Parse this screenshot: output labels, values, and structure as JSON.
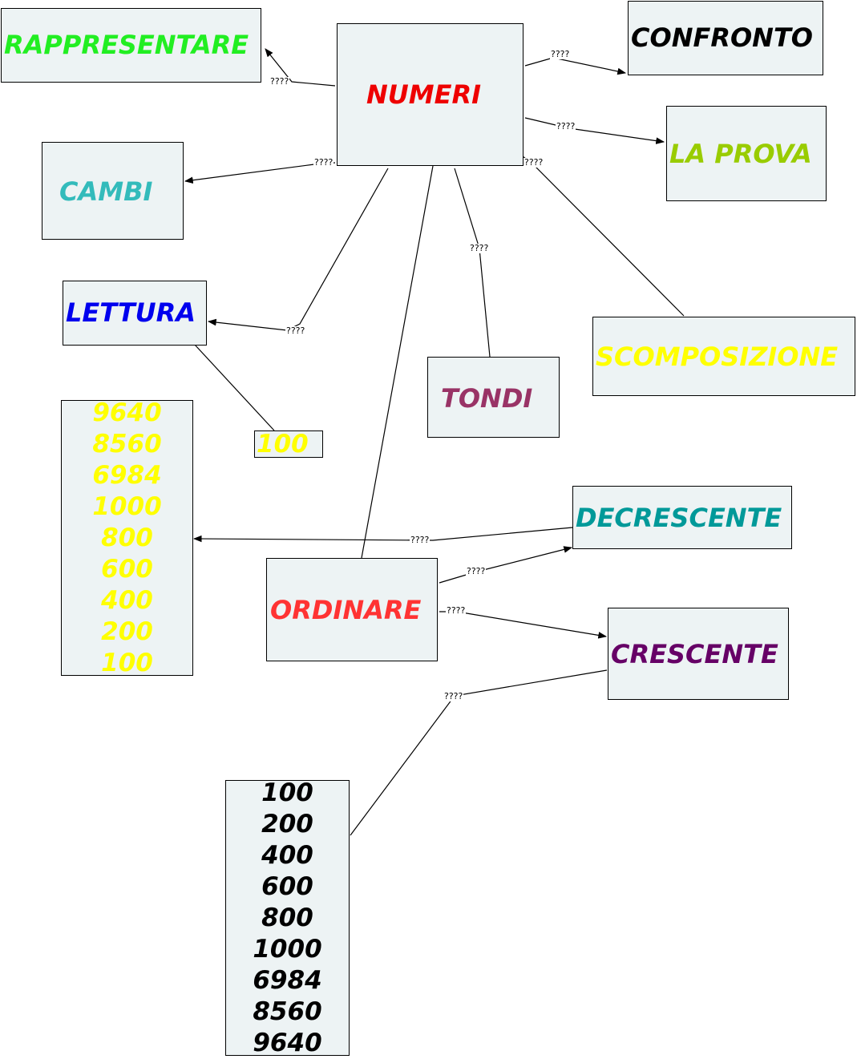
{
  "colors": {
    "node_bg": "#edf3f4",
    "rappresentare": "#22ee22",
    "numeri": "#ee0000",
    "confronto": "#000000",
    "cambi": "#33bbbb",
    "la_prova": "#99cc00",
    "lettura": "#0000ee",
    "tondi": "#993366",
    "scomposizione": "#ffff00",
    "decrescente": "#009999",
    "ordinare": "#ff3333",
    "crescente": "#660066",
    "decrescente_list": "#ffff00",
    "crescente_list": "#000000",
    "box_100": "#ffff00"
  },
  "nodes": {
    "rappresentare": "RAPPRESENTARE",
    "numeri": "NUMERI",
    "confronto": "CONFRONTO",
    "cambi": "CAMBI",
    "la_prova": "LA PROVA",
    "lettura": "LETTURA",
    "tondi": "TONDI",
    "scomposizione": "SCOMPOSIZIONE",
    "box_100": "100",
    "decrescente": "DECRESCENTE",
    "ordinare": "ORDINARE",
    "crescente": "CRESCENTE"
  },
  "lists": {
    "decrescente_numbers": [
      "9640",
      "8560",
      "6984",
      "1000",
      "800",
      "600",
      "400",
      "200",
      "100"
    ],
    "crescente_numbers": [
      "100",
      "200",
      "400",
      "600",
      "800",
      "1000",
      "6984",
      "8560",
      "9640"
    ]
  },
  "link_labels": {
    "rappresentare": "????",
    "confronto": "????",
    "la_prova": "????",
    "cambi": "????",
    "scomposizione": "????",
    "tondi": "????",
    "lettura": "????",
    "decrescente_list": "????",
    "decrescente": "????",
    "crescente": "????",
    "crescente_list": "????"
  }
}
